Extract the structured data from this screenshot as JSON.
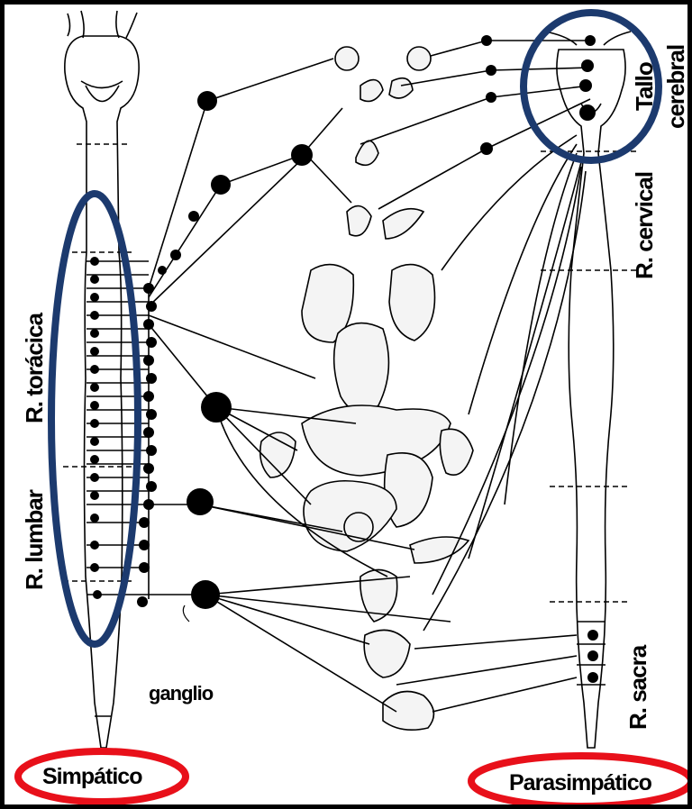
{
  "labels": {
    "simpatico": "Simpático",
    "parasimpatico": "Parasimpático",
    "ganglio": "ganglio",
    "r_toracica": "R. torácica",
    "r_lumbar": "R. lumbar",
    "r_cervical": "R. cervical",
    "r_sacra": "R. sacra",
    "tallo": "Tallo",
    "cerebral": "cerebral"
  },
  "highlights": {
    "blue": "#1c3a6e",
    "red": "#e8101a"
  }
}
